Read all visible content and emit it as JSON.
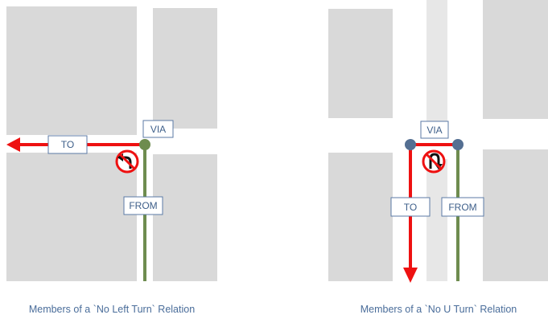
{
  "colors": {
    "block": "#d9d9d9",
    "median": "#e7e7e7",
    "from_way": "#6e8c4f",
    "to_way": "#ee1111",
    "via_left": "#6e8c4f",
    "via_node": "#546f92",
    "label_border": "#5b7aa6",
    "label_text": "#3e5f8a",
    "caption_text": "#4a6d9a"
  },
  "left_diagram": {
    "labels": {
      "to": "TO",
      "via": "VIA",
      "from": "FROM"
    },
    "sign_icon": "no-left-turn-sign-icon",
    "caption": "Members of a `No Left Turn` Relation"
  },
  "right_diagram": {
    "labels": {
      "via": "VIA",
      "to": "TO",
      "from": "FROM"
    },
    "sign_icon": "no-u-turn-sign-icon",
    "caption": "Members of a `No U Turn` Relation"
  }
}
